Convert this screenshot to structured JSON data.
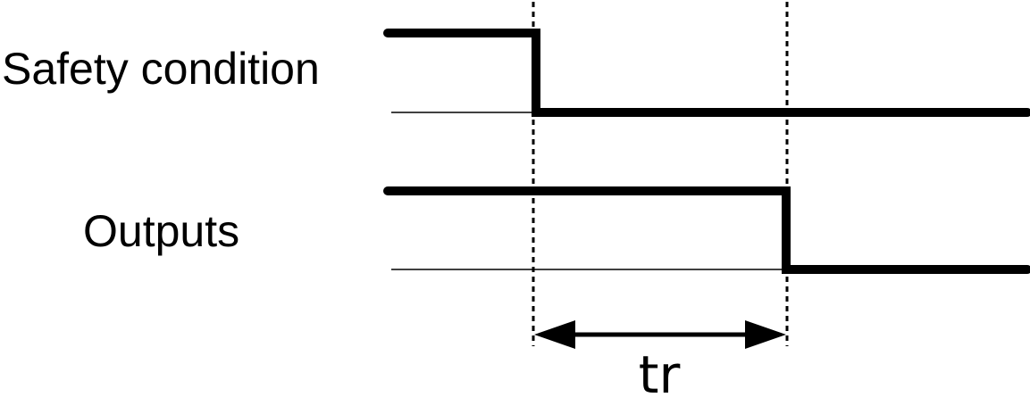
{
  "signals": {
    "safety_condition_label": "Safety condition",
    "outputs_label": "Outputs"
  },
  "interval": {
    "label": "tr"
  },
  "colors": {
    "line": "#000000",
    "background": "#ffffff"
  }
}
